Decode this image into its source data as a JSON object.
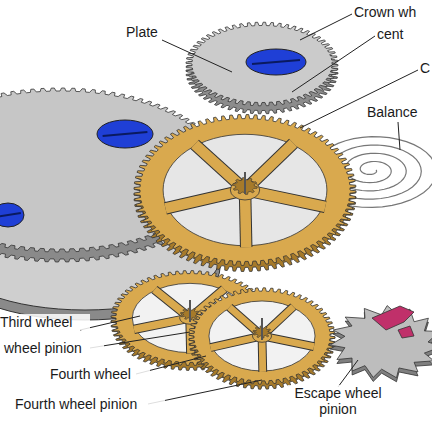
{
  "diagram": {
    "labels": [
      "Plate",
      "Crown wh",
      "cent",
      "C",
      "Balance",
      "Third wheel",
      "wheel pinion",
      "Fourth wheel",
      "Fourth wheel pinion",
      "Escape wheel pinion"
    ]
  }
}
